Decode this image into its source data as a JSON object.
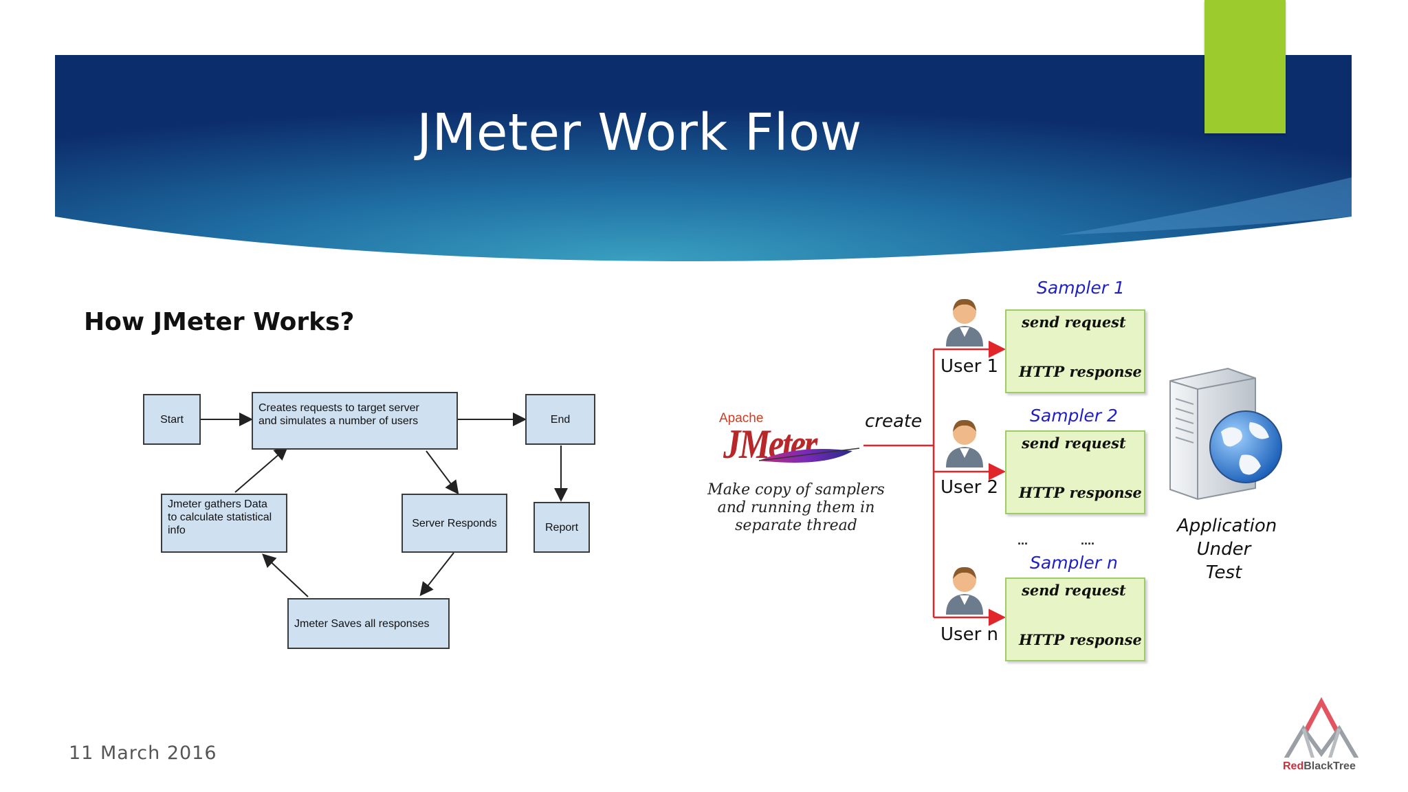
{
  "slide": {
    "title": "JMeter Work Flow",
    "date": "11 March 2016",
    "brand_name_red": "Red",
    "brand_name_dark": "BlackTree"
  },
  "flowchart": {
    "heading": "How JMeter Works?",
    "start": "Start",
    "create_line1": "Creates requests to target server",
    "create_line2": "and simulates a  number of users",
    "end": "End",
    "report": "Report",
    "server_responds": "Server Responds",
    "saves": "Jmeter Saves all responses",
    "gathers_line1": "Jmeter gathers Data",
    "gathers_line2": "to calculate statistical",
    "gathers_line3": "info"
  },
  "architecture": {
    "apache": "Apache",
    "jmeter_logo": "JMeter",
    "create": "create",
    "caption_line1": "Make copy of samplers",
    "caption_line2": "and running them in",
    "caption_line3": "separate thread",
    "samplers": [
      {
        "title": "Sampler 1",
        "request": "send request",
        "response": "HTTP response",
        "user": "User 1"
      },
      {
        "title": "Sampler 2",
        "request": "send request",
        "response": "HTTP response",
        "user": "User 2"
      },
      {
        "title": "Sampler n",
        "request": "send request",
        "response": "HTTP response",
        "user": "User n"
      }
    ],
    "ellipsis_left": "...",
    "ellipsis_right": "....",
    "app_line1": "Application",
    "app_line2": "Under Test"
  },
  "colors": {
    "banner_dark": "#0c2d6b",
    "banner_light": "#2a86b0",
    "accent_green": "#9ccb2e",
    "flow_box_fill": "#cfe0f1",
    "sampler_fill": "#e7f4c6",
    "connector_red": "#e0262b",
    "sampler_title_blue": "#1f1fc8"
  },
  "icons": [
    "user-icon",
    "server-icon",
    "globe-icon",
    "feather-icon",
    "logo-icon"
  ]
}
